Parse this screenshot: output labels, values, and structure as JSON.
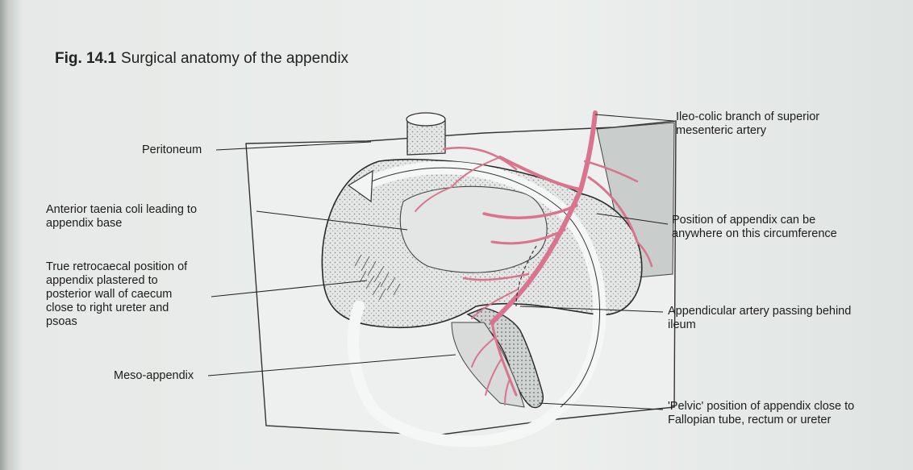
{
  "figure": {
    "number": "Fig. 14.1",
    "caption": "Surgical anatomy of the appendix"
  },
  "labels": {
    "ileo_colic": "Ileo-colic branch of superior\nmesenteric artery",
    "peritoneum": "Peritoneum",
    "anterior_taenia": "Anterior taenia coli leading to\nappendix base",
    "position_circumference": "Position of appendix can be\nanywhere on this circumference",
    "retrocaecal": "True retrocaecal position of\nappendix plastered to\nposterior wall of caecum\nclose to right ureter and\npsoas",
    "appendicular_artery": "Appendicular artery passing behind\nileum",
    "meso_appendix": "Meso-appendix",
    "pelvic_position": "'Pelvic' position of appendix close to\nFallopian tube, rectum or ureter"
  },
  "colors": {
    "artery": "#d9738e",
    "outline": "#2a2a2a",
    "stipple": "#b8bcba"
  }
}
